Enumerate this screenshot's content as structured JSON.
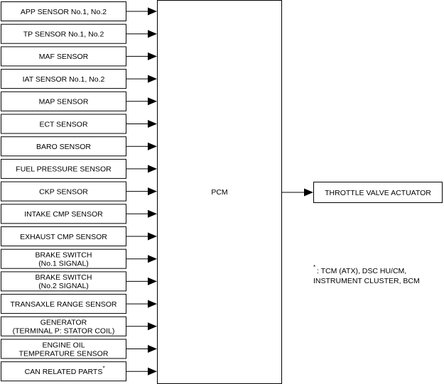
{
  "inputs": [
    {
      "lines": [
        "APP SENSOR No.1, No.2"
      ]
    },
    {
      "lines": [
        "TP SENSOR No.1, No.2"
      ]
    },
    {
      "lines": [
        "MAF SENSOR"
      ]
    },
    {
      "lines": [
        "IAT SENSOR No.1, No.2"
      ]
    },
    {
      "lines": [
        "MAP SENSOR"
      ]
    },
    {
      "lines": [
        "ECT SENSOR"
      ]
    },
    {
      "lines": [
        "BARO SENSOR"
      ]
    },
    {
      "lines": [
        "FUEL PRESSURE SENSOR"
      ]
    },
    {
      "lines": [
        "CKP SENSOR"
      ]
    },
    {
      "lines": [
        "INTAKE CMP SENSOR"
      ]
    },
    {
      "lines": [
        "EXHAUST CMP SENSOR"
      ]
    },
    {
      "lines": [
        "BRAKE SWITCH",
        "(No.1 SIGNAL)"
      ]
    },
    {
      "lines": [
        "BRAKE SWITCH",
        "(No.2 SIGNAL)"
      ]
    },
    {
      "lines": [
        "TRANSAXLE RANGE SENSOR"
      ]
    },
    {
      "lines": [
        "GENERATOR",
        "(TERMINAL P: STATOR COIL)"
      ]
    },
    {
      "lines": [
        "ENGINE OIL",
        "TEMPERATURE SENSOR"
      ]
    },
    {
      "lines": [
        "CAN RELATED PARTS"
      ],
      "marker": "*"
    }
  ],
  "controller": {
    "label": "PCM"
  },
  "output": {
    "label": "THROTTLE VALVE ACTUATOR"
  },
  "footnote": {
    "marker": "*",
    "lines": [
      ": TCM (ATX), DSC HU/CM,",
      "INSTRUMENT CLUSTER, BCM"
    ]
  }
}
